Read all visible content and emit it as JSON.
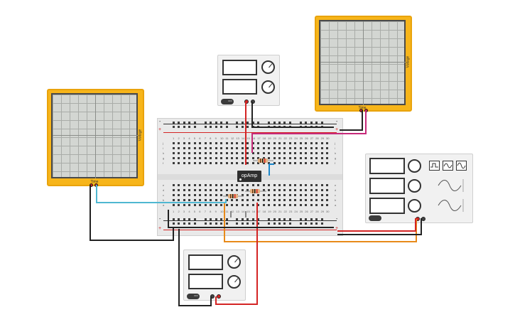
{
  "oscilloscope_left": {
    "x_label": "Time",
    "y_label": "Voltage"
  },
  "oscilloscope_right": {
    "x_label": "Time",
    "y_label": "Voltage"
  },
  "ic": {
    "label": "opAmp"
  },
  "power_supply_top": {
    "switch": "OFF"
  },
  "power_supply_bottom": {
    "switch": "OFF"
  },
  "function_generator": {
    "switch": "OFF",
    "waveforms": [
      "square",
      "triangle",
      "sine"
    ]
  },
  "breadboard": {
    "row_letters_top": [
      "j",
      "i",
      "h",
      "g",
      "f"
    ],
    "row_letters_bottom": [
      "e",
      "d",
      "c",
      "b",
      "a"
    ],
    "column_numbers": [
      "1",
      "2",
      "3",
      "4",
      "5",
      "6",
      "7",
      "8",
      "9",
      "10",
      "11",
      "12",
      "13",
      "14",
      "15",
      "16",
      "17",
      "18",
      "19",
      "20",
      "21",
      "22",
      "23",
      "24",
      "25",
      "26",
      "27",
      "28",
      "29",
      "30"
    ],
    "rail_plus": "+",
    "rail_minus": "-"
  },
  "colors": {
    "scope_body": "#f7b51a",
    "wire_red": "#d42424",
    "wire_black": "#222222",
    "wire_pink": "#c72a7a",
    "wire_cyan": "#4fb7d1",
    "wire_orange": "#e88a1a",
    "wire_blue": "#1b86c9"
  }
}
